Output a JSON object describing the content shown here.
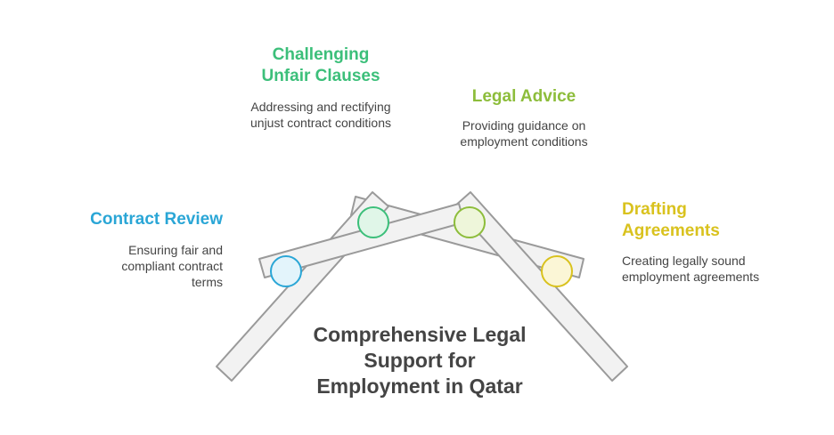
{
  "title": "Comprehensive Legal Support for Employment in Qatar",
  "items": [
    {
      "title": "Contract Review",
      "description": "Ensuring fair and compliant contract terms",
      "color": "#2aa6d6"
    },
    {
      "title": "Challenging Unfair Clauses",
      "description": "Addressing and rectifying unjust contract conditions",
      "color": "#3cbf7a"
    },
    {
      "title": "Legal Advice",
      "description": "Providing guidance on employment conditions",
      "color": "#8dbd3b"
    },
    {
      "title": "Drafting Agreements",
      "description": "Creating legally sound employment agreements",
      "color": "#d9c21e"
    }
  ],
  "colors": {
    "beam_fill": "#f2f2f2",
    "beam_stroke": "#9a9a9a",
    "node_fills": [
      "#e3f4fb",
      "#e0f6e8",
      "#eef6da",
      "#fbf6d6"
    ]
  }
}
